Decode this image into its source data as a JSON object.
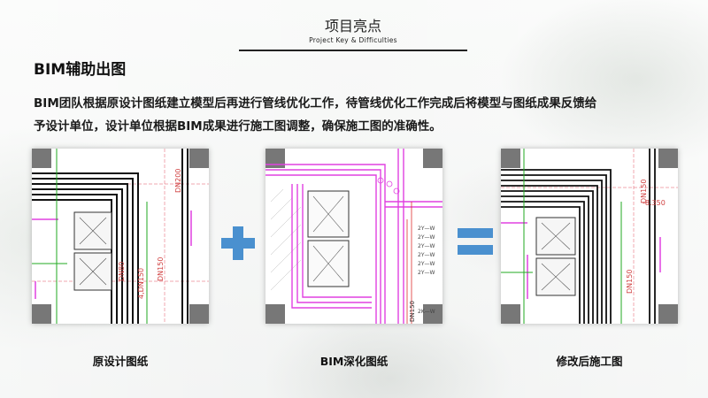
{
  "header": {
    "title": "项目亮点",
    "subtitle": "Project Key & Difficulties"
  },
  "section": {
    "title": "BIM辅助出图"
  },
  "description": {
    "line1": "BIM团队根据原设计图纸建立模型后再进行管线优化工作，待管线优化工作完成后将模型与图纸成果反馈给",
    "line2": "予设计单位，设计单位根据BIM成果进行施工图调整，确保施工图的准确性。"
  },
  "panels": [
    {
      "caption": "原设计图纸",
      "labels": [
        "DN200",
        "DN150",
        "DN80",
        "DN150",
        "4,DN150"
      ]
    },
    {
      "caption": "BIM深化图纸",
      "labels": [
        "2Y—W",
        "2Y—W",
        "2Y—W",
        "2Y—W",
        "2Y—W",
        "2Y—W",
        "DN150",
        "2K—W"
      ]
    },
    {
      "caption": "修改后施工图",
      "labels": [
        "DN150",
        "-8.350",
        "DN150"
      ]
    }
  ],
  "operators": {
    "plus": "plus-sign",
    "equals": "equals-sign"
  },
  "colors": {
    "accent": "#4a90cf",
    "magenta": "#e040e0",
    "green": "#22aa22",
    "dark": "#111111"
  }
}
